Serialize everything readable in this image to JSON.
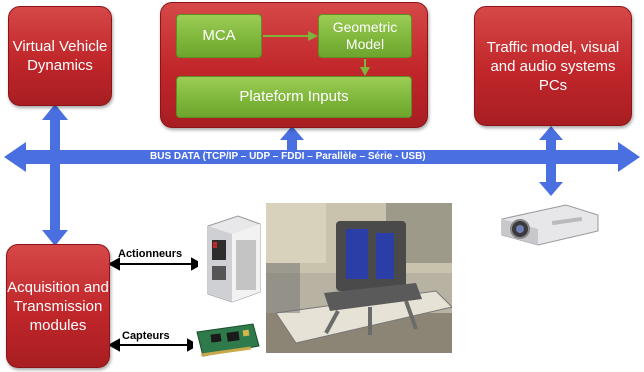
{
  "boxes": {
    "virtual_vehicle_dynamics": "Virtual Vehicle Dynamics",
    "mca": "MCA",
    "geometric_model": "Geometric Model",
    "plateform_inputs": "Plateform Inputs",
    "traffic_model": "Traffic model, visual and audio systems PCs",
    "acquisition": "Acquisition and Transmission modules"
  },
  "bus": {
    "label": "BUS DATA  (TCP/IP – UDP – FDDI – Parallèle – Série - USB)"
  },
  "links": {
    "actionneurs": "Actionneurs",
    "capteurs": "Capteurs"
  },
  "colors": {
    "red_box": "#c0262a",
    "green_box": "#7db53a",
    "bus_blue": "#4a6fe0",
    "link_black": "#000000"
  }
}
